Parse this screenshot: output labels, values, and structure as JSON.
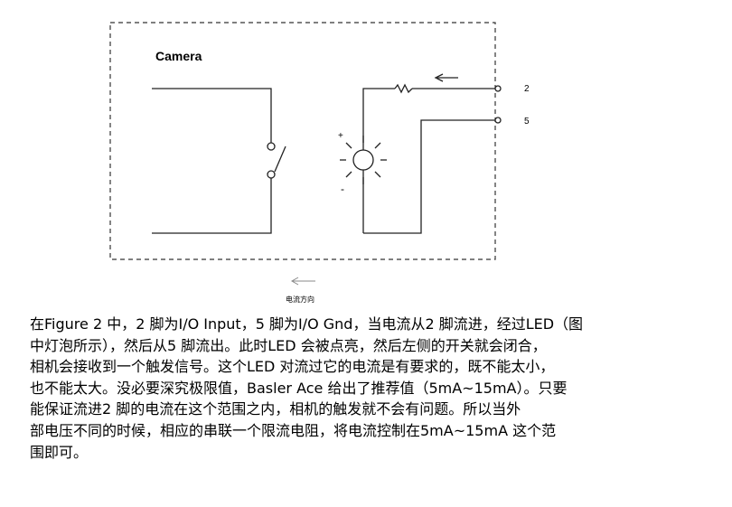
{
  "diagram": {
    "camera_label": "Camera",
    "pin_top": "2",
    "pin_bottom": "5",
    "plus_sign": "+",
    "minus_sign": "-",
    "current_direction_label": "电流方向"
  },
  "paragraph": {
    "lines": [
      "在Figure 2 中，2 脚为I/O Input，5 脚为I/O Gnd，当电流从2 脚流进，经过LED（图",
      "中灯泡所示），然后从5 脚流出。此时LED 会被点亮，然后左侧的开关就会闭合，",
      "相机会接收到一个触发信号。这个LED 对流过它的电流是有要求的，既不能太小，",
      "也不能太大。没必要深究极限值，Basler Ace 给出了推荐值（5mA~15mA）。只要",
      "能保证流进2 脚的电流在这个范围之内，相机的触发就不会有问题。所以当外",
      "部电压不同的时候，相应的串联一个限流电阻，将电流控制在5mA~15mA 这个范",
      "围即可。"
    ]
  }
}
